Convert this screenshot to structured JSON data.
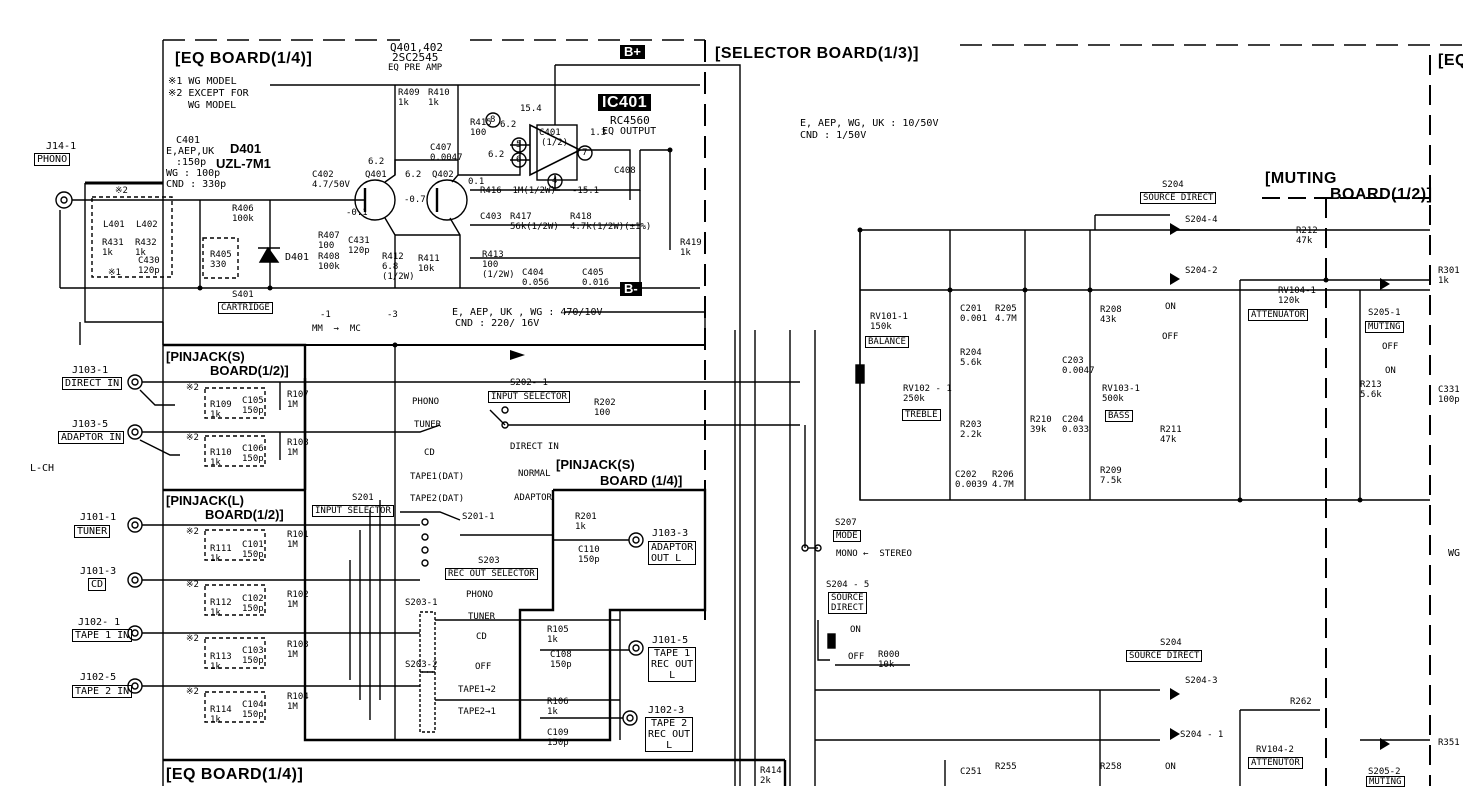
{
  "boards": {
    "eq_top": "[EQ BOARD(1/4)]",
    "eq_bottom": "[EQ BOARD(1/4)]",
    "selector": "[SELECTOR BOARD(1/3)]",
    "eq_right": "[EQ",
    "muting_line1": "[MUTING",
    "muting_line2": "BOARD(1/2)]",
    "pinjack_s1_line1": "[PINJACK(S)",
    "pinjack_s1_line2": "BOARD(1/2)]",
    "pinjack_l_line1": "[PINJACK(L)",
    "pinjack_l_line2": "BOARD(1/2)]",
    "pinjack_s4_line1": "[PINJACK(S)",
    "pinjack_s4_line2": "BOARD (1/4)]"
  },
  "notes": {
    "n1": "※1 WG MODEL",
    "n2": "※2 EXCEPT FOR",
    "n2b": "WG MODEL",
    "c401_line1": "C401",
    "c401_line2": "E,AEP,UK",
    "c401_line3": ":150p",
    "c401_line4": "WG : 100p",
    "c401_line5": "CND : 330p",
    "c408_line1": "E, AEP, WG, UK : 10/50V",
    "c408_line2": "CND : 1/50V",
    "c403_line1": "E, AEP, UK , WG : 470/10V",
    "c403_line2": "CND : 220/ 16V",
    "l_ch": "L-CH",
    "wg": "WG"
  },
  "jacks": {
    "j14": "J14-1",
    "phono": "PHONO",
    "j103_1": "J103-1",
    "direct_in": "DIRECT IN",
    "j103_5": "J103-5",
    "adaptor_in": "ADAPTOR IN",
    "j101_1": "J101-1",
    "tuner": "TUNER",
    "j101_3": "J101-3",
    "cd": "CD",
    "j102_1": "J102- 1",
    "tape1_in": "TAPE 1 IN",
    "j102_5": "J102-5",
    "tape2_in": "TAPE 2 IN",
    "j103_3": "J103-3",
    "adaptor_out_1": "ADAPTOR",
    "adaptor_out_2": "OUT L",
    "j101_5": "J101-5",
    "tape1_out_1": "TAPE 1",
    "tape1_out_2": "REC OUT",
    "tape1_out_3": "L",
    "j102_3": "J102-3",
    "tape2_out_1": "TAPE 2",
    "tape2_out_2": "REC OUT",
    "tape2_out_3": "L"
  },
  "parts": {
    "q_head1": "Q401,402",
    "q_head2": "2SC2545",
    "q_head3": "EQ PRE AMP",
    "d401_1": "D401",
    "d401_2": "UZL-7M1",
    "d401_side": "D401",
    "ic_name": "IC401",
    "ic_part": "RC4560",
    "ic_func": "EQ OUTPUT",
    "ic_half1": "C401",
    "ic_half2": "(1/2)",
    "r409": "R409\n1k",
    "r410": "R410\n1k",
    "r415": "R415\n100",
    "c407": "C407\n0.0047",
    "c402": "C402\n4.7/50V",
    "q401": "Q401",
    "q402": "Q402",
    "r416": "R416  1M(1/2W)",
    "r417": "R417\n56k(1/2W)",
    "r418": "R418\n4.7k(1/2W)(±1%)",
    "c403": "C403",
    "c408": "C408",
    "r419": "R419\n1k",
    "r406": "R406\n100k",
    "r407": "R407\n100",
    "r408": "R408\n100k",
    "c431": "C431\n120p",
    "r412": "R412\n6.8\n(1/2W)",
    "r411": "R411\n10k",
    "r413": "R413\n100\n(1/2W)",
    "c404": "C404\n0.056",
    "c405": "C405\n0.016",
    "l401": "L401",
    "l402": "L402",
    "r431": "R431\n1k",
    "r432": "R432\n1k",
    "c430": "C430\n120p",
    "r405": "R405\n330",
    "s401": "S401",
    "cartridge": "CARTRIDGE",
    "mm_mc": "MM  →  MC",
    "v_m1": "-1",
    "v_m3": "-3",
    "v_62a": "6.2",
    "v_62b": "6.2",
    "v_62c": "6.2",
    "v_62d": "6.2",
    "v_154": "15.4",
    "v_13": "1.3",
    "v_01": "0.1",
    "v_07": "-0.7",
    "v_m01": "-0.1",
    "v_m151": "-15.1",
    "pin8": "8",
    "pin5": "5",
    "pin6": "6",
    "pin7": "7",
    "pin4": "4",
    "bplus": "B+",
    "bminus": "B-",
    "x1": "※1",
    "x2": "※2",
    "r109": "R109\n1k",
    "c105": "C105\n150p",
    "r107": "R107\n1M",
    "r110": "R110\n1k",
    "c106": "C106\n150p",
    "r108": "R108\n1M",
    "r111": "R111\n1k",
    "c101": "C101\n150p",
    "r101": "R101\n1M",
    "r112": "R112\n1k",
    "c102": "C102\n150p",
    "r102": "R102\n1M",
    "r113": "R113\n1k",
    "c103": "C103\n150p",
    "r103": "R103\n1M",
    "r114": "R114\n1k",
    "c104": "C104\n150p",
    "r104": "R104\n1M",
    "s202_1": "S202- 1",
    "input_selector_a": "INPUT SELECTOR",
    "r202": "R202\n100",
    "sel_phono": "PHONO",
    "sel_tuner": "TUNER",
    "sel_cd": "CD",
    "sel_tape1": "TAPE1(DAT)",
    "sel_tape2": "TAPE2(DAT)",
    "sel_direct_in": "DIRECT IN",
    "sel_normal": "NORMAL",
    "sel_adaptor": "ADAPTOR",
    "s201": "S201",
    "input_selector_b": "INPUT SELECTOR",
    "s201_1": "S201-1",
    "r201": "R201\n1k",
    "c110": "C110\n150p",
    "s203": "S203",
    "rec_out_selector": "REC OUT SELECTOR",
    "s203_1": "S203-1",
    "s203_2": "S203-2",
    "rec_phono": "PHONO",
    "rec_tuner": "TUNER",
    "rec_cd": "CD",
    "rec_off": "OFF",
    "rec_t12": "TAPE1→2",
    "rec_t21": "TAPE2→1",
    "r105": "R105\n1k",
    "c108": "C108\n150p",
    "r106": "R106\n1k",
    "c109": "C109\n150p",
    "r414": "R414\n2k",
    "s207": "S207",
    "mode": "MODE",
    "mono_stereo": "MONO ←  STEREO",
    "s204_5": "S204 - 5",
    "source_direct_a1": "SOURCE",
    "source_direct_a2": "DIRECT",
    "on_a": "ON",
    "off_a": "OFF",
    "r000": "R000\n10k",
    "s204_top": "S204",
    "source_direct_top": "SOURCE DIRECT",
    "s204_4": "S204-4",
    "s204_2": "S204-2",
    "on_b": "ON",
    "off_b": "OFF",
    "rv101": "RV101-1\n150k",
    "balance": "BALANCE",
    "c201": "C201\n0.001",
    "r205": "R205\n4.7M",
    "r204": "R204\n5.6k",
    "rv102": "RV102 - 1\n250k",
    "treble": "TREBLE",
    "r203": "R203\n2.2k",
    "c202": "C202\n0.0039",
    "r206": "R206\n4.7M",
    "r208": "R208\n43k",
    "c203": "C203\n0.0047",
    "r210": "R210\n39k",
    "c204": "C204\n0.033",
    "rv103": "RV103-1\n500k",
    "bass": "BASS",
    "r209": "R209\n7.5k",
    "r211": "R211\n47k",
    "r212": "R212\n47k",
    "rv104_1": "RV104-1\n120k",
    "attenuator_1": "ATTENUATOR",
    "s205_1": "S205-1",
    "muting_1": "MUTING",
    "mute_off": "OFF",
    "mute_on": "ON",
    "r213": "R213\n5.6k",
    "r301": "R301\n1k",
    "c331": "C331\n100p",
    "s204_bot": "S204",
    "source_direct_bot": "SOURCE DIRECT",
    "s204_3": "S204-3",
    "s204_1": "S204 - 1",
    "on_c": "ON",
    "r262": "R262",
    "rv104_2": "RV104-2",
    "attenuator_2": "ATTENUTOR",
    "s205_2": "S205-2",
    "muting_2": "MUTING",
    "c251": "C251",
    "r255": "R255",
    "r258": "R258",
    "r351": "R351"
  }
}
